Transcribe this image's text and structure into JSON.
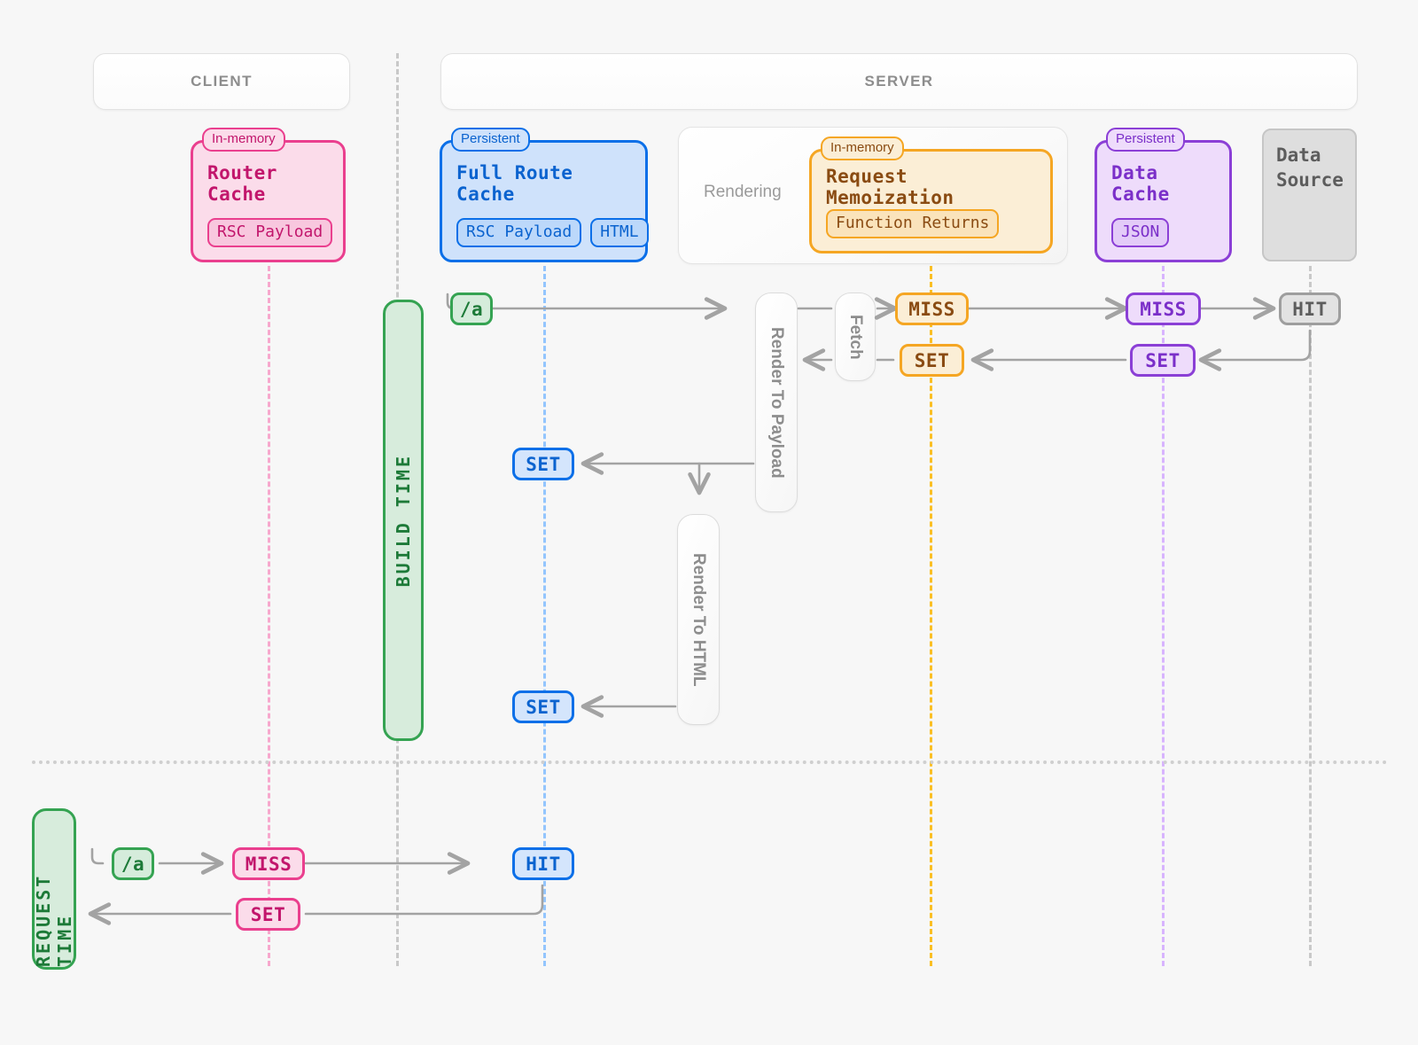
{
  "zones": [
    {
      "id": "client",
      "label": "CLIENT"
    },
    {
      "id": "server",
      "label": "SERVER"
    }
  ],
  "caches": [
    {
      "id": "router-cache",
      "tag": "In-memory",
      "title": "Router Cache",
      "chips": [
        "RSC Payload"
      ],
      "color": "#ea3f8e"
    },
    {
      "id": "full-route-cache",
      "tag": "Persistent",
      "title": "Full Route Cache",
      "chips": [
        "RSC Payload",
        "HTML"
      ],
      "color": "#0b6fe8"
    },
    {
      "id": "request-memoization",
      "tag": "In-memory",
      "title": "Request Memoization",
      "chips": [
        "Function Returns"
      ],
      "color": "#f5a623"
    },
    {
      "id": "data-cache",
      "tag": "Persistent",
      "title": "Data Cache",
      "chips": [
        "JSON"
      ],
      "color": "#8b3fd6"
    }
  ],
  "rendering": {
    "label": "Rendering"
  },
  "data_source": {
    "line1": "Data",
    "line2": "Source"
  },
  "processes": [
    {
      "id": "render-to-payload",
      "label": "Render To Payload"
    },
    {
      "id": "fetch",
      "label": "Fetch"
    },
    {
      "id": "render-to-html",
      "label": "Render To HTML"
    }
  ],
  "phases": [
    {
      "id": "build-time",
      "label": "BUILD TIME"
    },
    {
      "id": "request-time",
      "label": "REQUEST TIME"
    }
  ],
  "build_time_flow": {
    "route": "/a",
    "badges": [
      {
        "id": "memo-miss",
        "text": "MISS",
        "theme": "orange"
      },
      {
        "id": "memo-set",
        "text": "SET",
        "theme": "orange"
      },
      {
        "id": "data-cache-miss",
        "text": "MISS",
        "theme": "purple"
      },
      {
        "id": "data-cache-set",
        "text": "SET",
        "theme": "purple"
      },
      {
        "id": "source-hit",
        "text": "HIT",
        "theme": "gray"
      },
      {
        "id": "frc-set-payload",
        "text": "SET",
        "theme": "blue"
      },
      {
        "id": "frc-set-html",
        "text": "SET",
        "theme": "blue"
      }
    ]
  },
  "request_time_flow": {
    "route": "/a",
    "badges": [
      {
        "id": "router-miss",
        "text": "MISS",
        "theme": "pink"
      },
      {
        "id": "frc-hit",
        "text": "HIT",
        "theme": "blue"
      },
      {
        "id": "router-set",
        "text": "SET",
        "theme": "pink"
      }
    ]
  },
  "palette": {
    "pink": "#ea3f8e",
    "blue": "#0b6fe8",
    "orange": "#f5a623",
    "purple": "#8b3fd6",
    "gray": "#9e9e9e",
    "green": "#35a352",
    "arrow": "#a3a3a3",
    "background": "#f7f7f7"
  }
}
